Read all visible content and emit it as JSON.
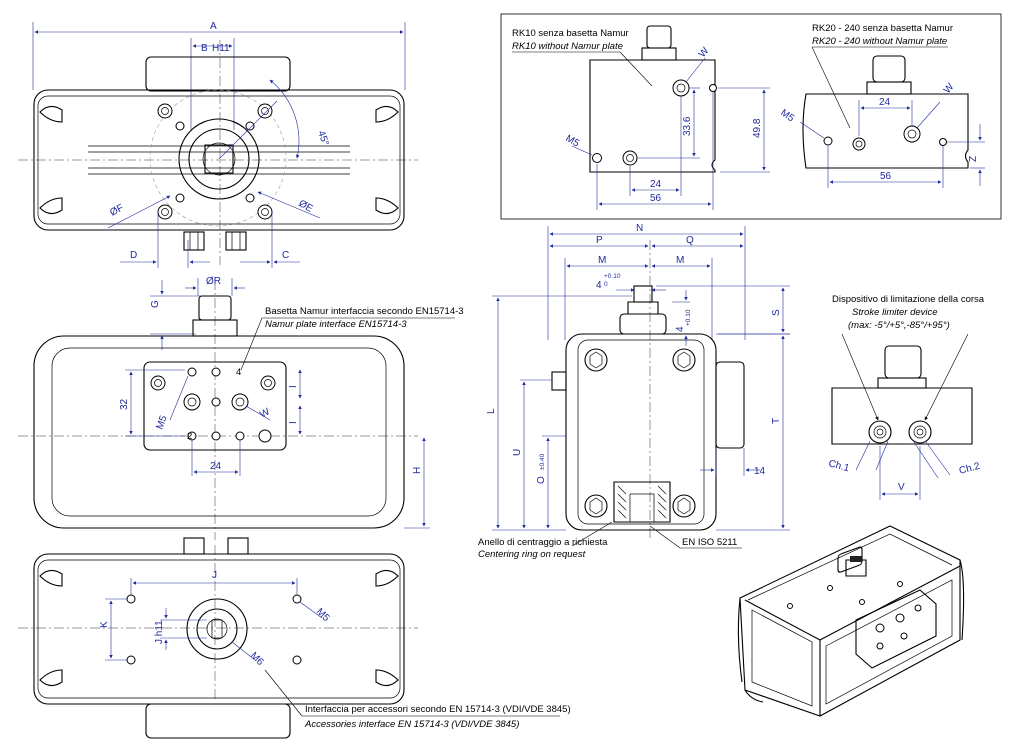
{
  "colors": {
    "dimension": "#1e2a9e",
    "outline": "#000000"
  },
  "top_view": {
    "dims": {
      "A": "A",
      "B": "B",
      "H11": "H11",
      "angle": "45°",
      "phiF": "ØF",
      "phiE": "ØE",
      "D": "D",
      "C": "C"
    }
  },
  "side_view": {
    "dims": {
      "G": "G",
      "phiR": "ØR",
      "n32": "32",
      "M5": "M5",
      "W": "W",
      "n24": "24",
      "H": "H",
      "I": "I",
      "n4": "4",
      "n2": "2"
    },
    "namur_it": "Basetta Namur interfaccia secondo EN15714-3",
    "namur_en": "Namur plate interface EN15714-3"
  },
  "bottom_view": {
    "dims": {
      "J": "J",
      "K": "K",
      "M5": "M5",
      "M6": "M6",
      "Jh11": "J h11"
    },
    "acc_it": "Interfaccia per accessori secondo EN 15714-3 (VDI/VDE 3845)",
    "acc_en": "Accessories interface EN 15714-3 (VDI/VDE 3845)"
  },
  "rk10": {
    "title_it": "RK10 senza basetta Namur",
    "title_en": "RK10 without Namur plate",
    "dims": {
      "W": "W",
      "M5": "M5",
      "d33": "33.6",
      "d49": "49.8",
      "d24": "24",
      "d56": "56"
    }
  },
  "rk20": {
    "title_it": "RK20 - 240 senza basetta Namur",
    "title_en": "RK20 - 240 without Namur plate",
    "dims": {
      "W": "W",
      "M5": "M5",
      "d24": "24",
      "d56": "56",
      "Z": "Z"
    }
  },
  "end_view": {
    "dims": {
      "N": "N",
      "P": "P",
      "Q": "Q",
      "M1": "M",
      "M2": "M",
      "four": "4",
      "tolA": "+0.10",
      "tolB": "0",
      "S": "S",
      "L": "L",
      "U": "U",
      "O": "O",
      "Otol": "±0.40",
      "T": "T",
      "n14": "14"
    },
    "ring_it": "Anello di centraggio a richiesta",
    "ring_en": "Centering ring on request",
    "iso": "EN ISO 5211"
  },
  "stroke": {
    "title_it": "Dispositivo di limitazione della corsa",
    "title_en": "Stroke limiter device",
    "range": "(max: -5°/+5°,-85°/+95°)",
    "ch1": "Ch.1",
    "ch2": "Ch.2",
    "V": "V"
  }
}
